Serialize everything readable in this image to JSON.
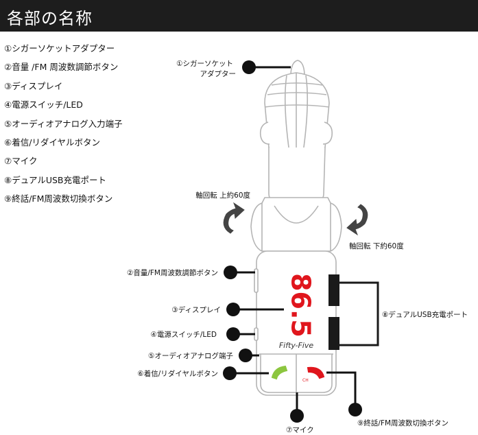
{
  "header": {
    "title": "各部の名称"
  },
  "parts_list": [
    "①シガーソケットアダプター",
    "②音量 /FM 周波数調節ボタン",
    "③ディスプレイ",
    "④電源スイッチ/LED",
    "⑤オーディオアナログ入力端子",
    "⑥着信/リダイヤルボタン",
    "⑦マイク",
    "⑧デュアルUSB充電ポート",
    "⑨終話/FM周波数切換ボタン"
  ],
  "callouts": {
    "cigar_line1": "①シガーソケット",
    "cigar_line2": "アダプター",
    "rotate_up": "軸回転  上約60度",
    "rotate_down": "軸回転  下約60度",
    "volume": "②音量/FM周波数調節ボタン",
    "display": "③ディスプレイ",
    "power": "④電源スイッチ/LED",
    "audio_in": "⑤オーディオアナログ端子",
    "call": "⑥着信/リダイヤルボタン",
    "mic": "⑦マイク",
    "usb": "⑧デュアルUSB充電ポート",
    "end_call": "⑨終話/FM周波数切換ボタン"
  },
  "device": {
    "display_value": "86.5",
    "brand": "Fifty-Five",
    "ch_label": "CH"
  },
  "colors": {
    "header_bg": "#1d1d1d",
    "display_red": "#e0161d",
    "call_green": "#8cc63f",
    "end_red": "#e0161d",
    "outline": "#b4b4b4"
  }
}
